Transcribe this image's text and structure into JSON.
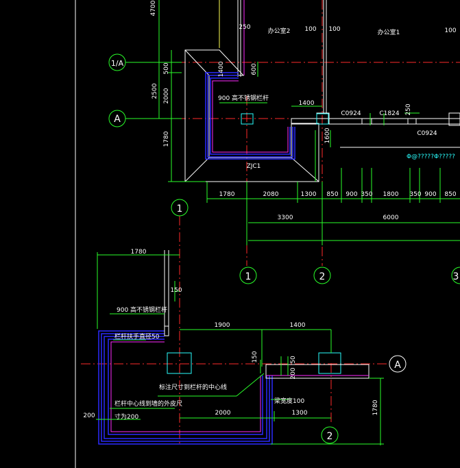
{
  "colors": {
    "background": "#000000",
    "axis_red": "#ff2a2a",
    "dim_green": "#2aff2a",
    "wall_white": "#ffffff",
    "rail_blue": "#2a2aff",
    "rail_magenta": "#ff2aff",
    "yellow": "#ffff55",
    "cyan": "#2affff"
  },
  "top_plan": {
    "dims_vertical": [
      "4700",
      "500",
      "2500",
      "2000",
      "1780",
      "600",
      "1400",
      "1600"
    ],
    "dims_top": [
      "250",
      "100",
      "100",
      "100"
    ],
    "rooms": [
      "办公室2",
      "办公室1"
    ],
    "rail_note": "900 高不锈钢栏杆",
    "grid_1A": "1/A",
    "grid_A": "A",
    "dim_1400": "1400",
    "doors": [
      "C0924",
      "C1824",
      "C0924"
    ],
    "dim_250": "250",
    "column": "ZJC1",
    "chain_dims": [
      "1780",
      "2080",
      "1300",
      "850",
      "900",
      "350",
      "1800",
      "350",
      "900",
      "850"
    ],
    "span_dims": [
      "3300",
      "6000"
    ],
    "cyan_note": "Φ@?????Φ?????",
    "grid_bubbles": [
      "1",
      "2",
      "3"
    ]
  },
  "detail": {
    "grid_top": "1",
    "dim_1780": "1780",
    "dim_150": "150",
    "rail_note": "900 高不锈钢栏杆",
    "dims_mid": [
      "1900",
      "1400"
    ],
    "handrail_note": "栏杆扶手直径50",
    "dim_150b": "150",
    "dim_50": "50",
    "dim_200": "200",
    "grid_A": "A",
    "note_center": "标注尺寸到栏杆的中心线",
    "wall_note": "栏杆中心线到墙的外皮尺",
    "wall_note2": "寸为200",
    "dim_200_left": "200",
    "beam_note": "梁宽度100",
    "dims_bottom": [
      "2000",
      "1300"
    ],
    "dim_1780_right": "1780",
    "grid_2": "2"
  }
}
